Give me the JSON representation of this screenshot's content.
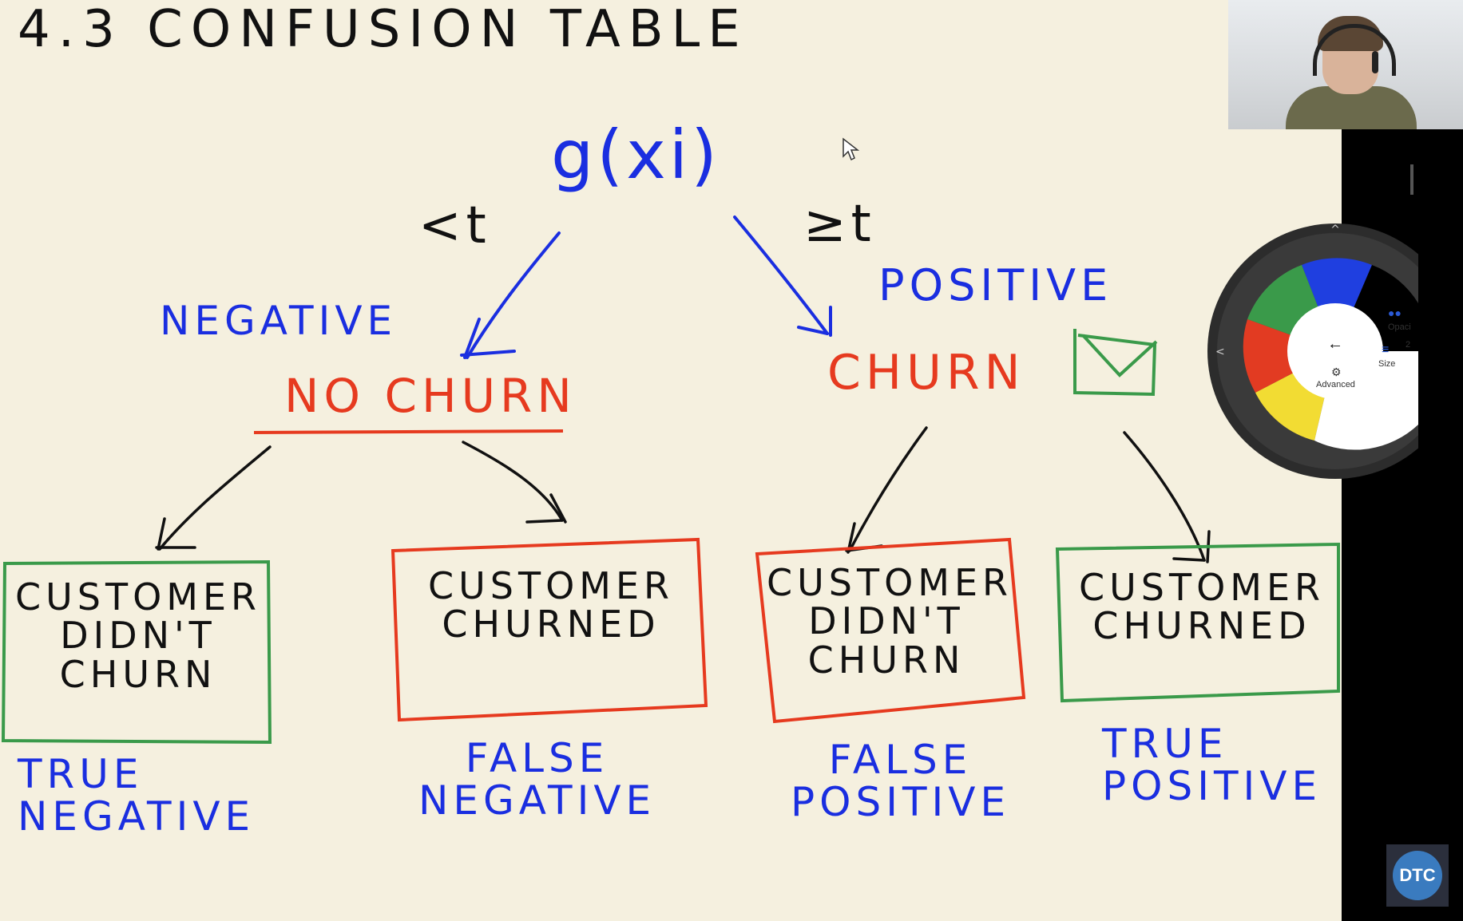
{
  "title": "4.3 CONFUSION TABLE",
  "root": "g(xi)",
  "left_condition": "<t",
  "right_condition": "≥t",
  "negative_label": "NEGATIVE",
  "positive_label": "POSITIVE",
  "no_churn": "NO CHURN",
  "churn": "CHURN",
  "boxes": [
    {
      "text": "CUSTOMER\nDIDN'T\nCHURN",
      "border": "#3a9a4a",
      "label": "TRUE\nNEGATIVE"
    },
    {
      "text": "CUSTOMER\nCHURNED",
      "border": "#e63a1f",
      "label": "FALSE\nNEGATIVE"
    },
    {
      "text": "CUSTOMER\nDIDN'T\nCHURN",
      "border": "#e63a1f",
      "label": "FALSE\nPOSITIVE"
    },
    {
      "text": "CUSTOMER\nCHURNED",
      "border": "#3a9a4a",
      "label": "TRUE\nPOSITIVE"
    }
  ],
  "colors": {
    "background": "#f5f0df",
    "ink_blue": "#1a2ee0",
    "ink_red": "#e63a1f",
    "ink_green": "#3a9a4a",
    "ink_black": "#111111"
  },
  "pen_wheel": {
    "back_icon": "arrow-left-icon",
    "opacity_label": "Opaci",
    "size_label": "Size",
    "size_value": "2",
    "advanced_label": "Advanced",
    "swatches": [
      "#1f3fe0",
      "#000000",
      "#3a9a4a",
      "#e23b22",
      "#f2dc33"
    ]
  },
  "logo": "DTC"
}
